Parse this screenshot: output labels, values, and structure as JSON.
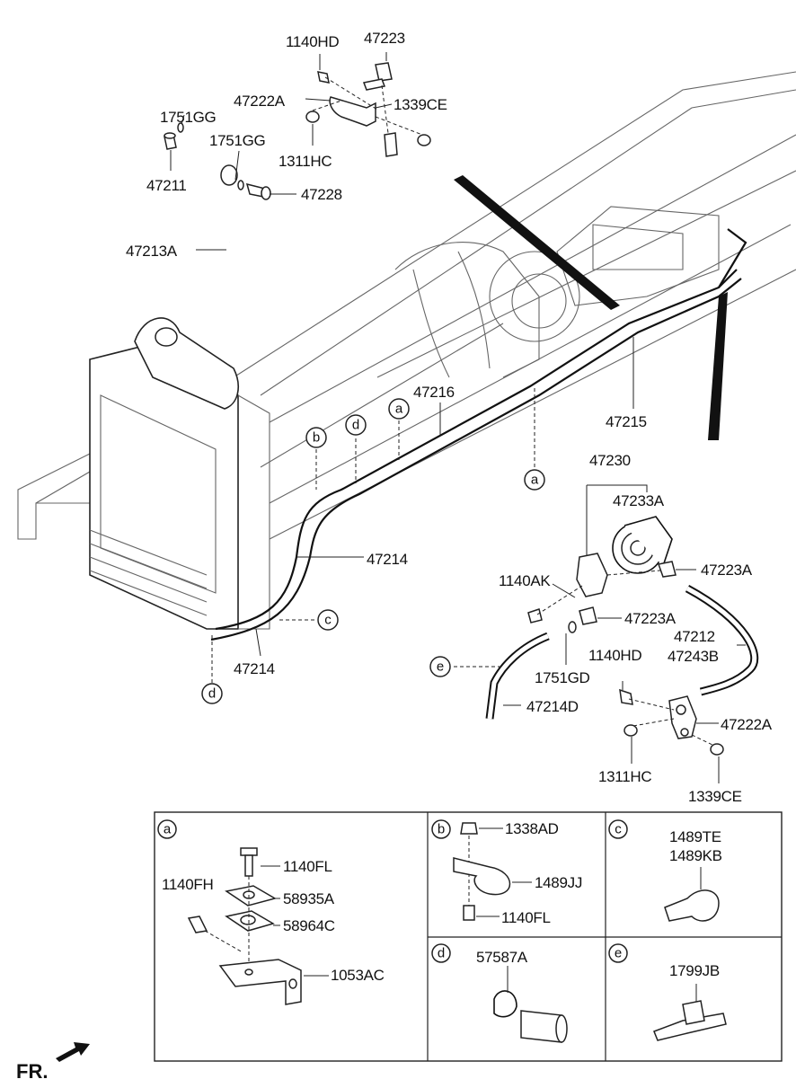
{
  "diagram": {
    "labels": {
      "l_1140HD_top": "1140HD",
      "l_47223": "47223",
      "l_47222A_top": "47222A",
      "l_1339CE_top": "1339CE",
      "l_1751GG_a": "1751GG",
      "l_1751GG_b": "1751GG",
      "l_1311HC_top": "1311HC",
      "l_47211": "47211",
      "l_47228": "47228",
      "l_47213A": "47213A",
      "l_47216": "47216",
      "l_47215": "47215",
      "l_47214_a": "47214",
      "l_47214_b": "47214",
      "l_47230": "47230",
      "l_47233A": "47233A",
      "l_1140AK": "1140AK",
      "l_47223A_a": "47223A",
      "l_47223A_b": "47223A",
      "l_47212": "47212",
      "l_47243B": "47243B",
      "l_1140HD_bot": "1140HD",
      "l_1751GD": "1751GD",
      "l_47214D": "47214D",
      "l_47222A_bot": "47222A",
      "l_1311HC_bot": "1311HC",
      "l_1339CE_bot": "1339CE"
    },
    "callouts": {
      "a1": "a",
      "a2": "a",
      "b1": "b",
      "c1": "c",
      "d1": "d",
      "d2": "d",
      "e1": "e"
    },
    "front_indicator": "FR."
  },
  "detail_panels": {
    "a": {
      "letter": "a",
      "parts": [
        "1140FL",
        "1140FH",
        "58935A",
        "58964C",
        "1053AC"
      ]
    },
    "b": {
      "letter": "b",
      "parts": [
        "1338AD",
        "1489JJ",
        "1140FL"
      ]
    },
    "c": {
      "letter": "c",
      "parts": [
        "1489TE",
        "1489KB"
      ]
    },
    "d": {
      "letter": "d",
      "parts": [
        "57587A"
      ]
    },
    "e": {
      "letter": "e",
      "parts": [
        "1799JB"
      ]
    }
  },
  "colors": {
    "line": "#111111",
    "background": "#ffffff",
    "frame_body": "#666666"
  }
}
